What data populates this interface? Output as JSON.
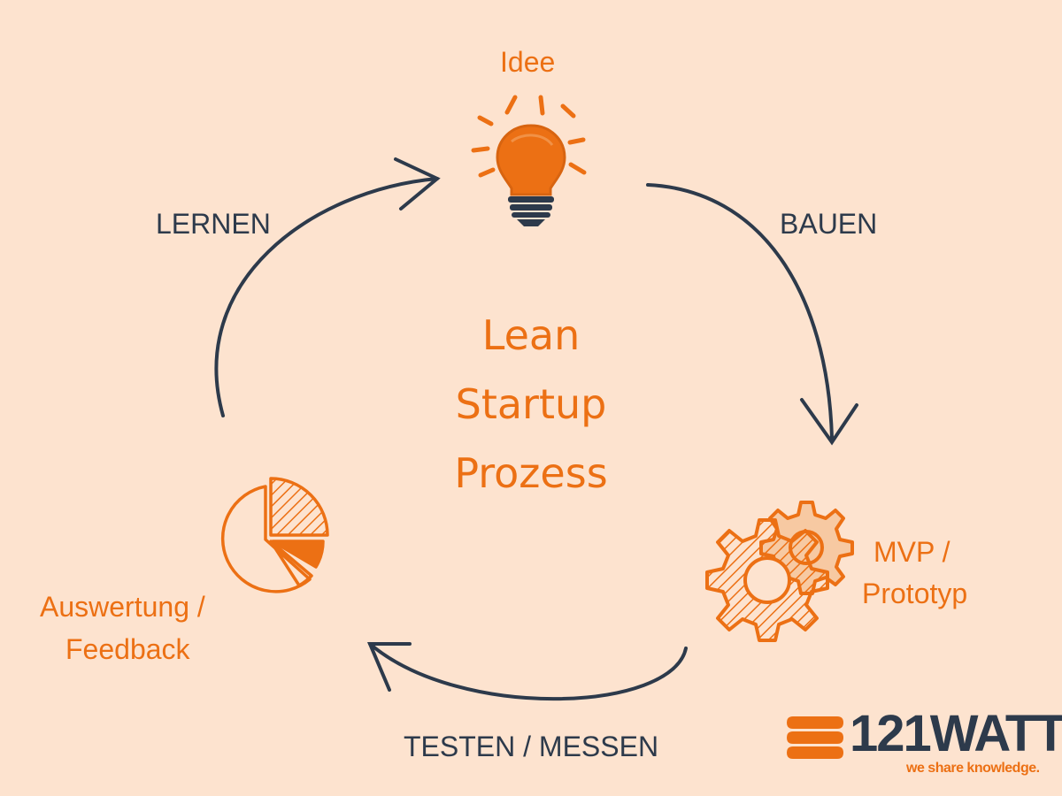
{
  "diagram": {
    "title_lines": [
      "Lean",
      "Startup",
      "Prozess"
    ],
    "nodes": {
      "idea": "Idee",
      "mvp_line1": "MVP /",
      "mvp_line2": "Prototyp",
      "feedback_line1": "Auswertung /",
      "feedback_line2": "Feedback"
    },
    "steps": {
      "build": "BAUEN",
      "test": "TESTEN / MESSEN",
      "learn": "LERNEN"
    }
  },
  "logo": {
    "name": "121WATT",
    "tagline": "we share knowledge."
  },
  "colors": {
    "background": "#fde3cf",
    "accent": "#ec7014",
    "ink": "#2d3a4b"
  },
  "icons": [
    "lightbulb-icon",
    "gears-icon",
    "pie-chart-icon",
    "logo-stripes-icon"
  ]
}
